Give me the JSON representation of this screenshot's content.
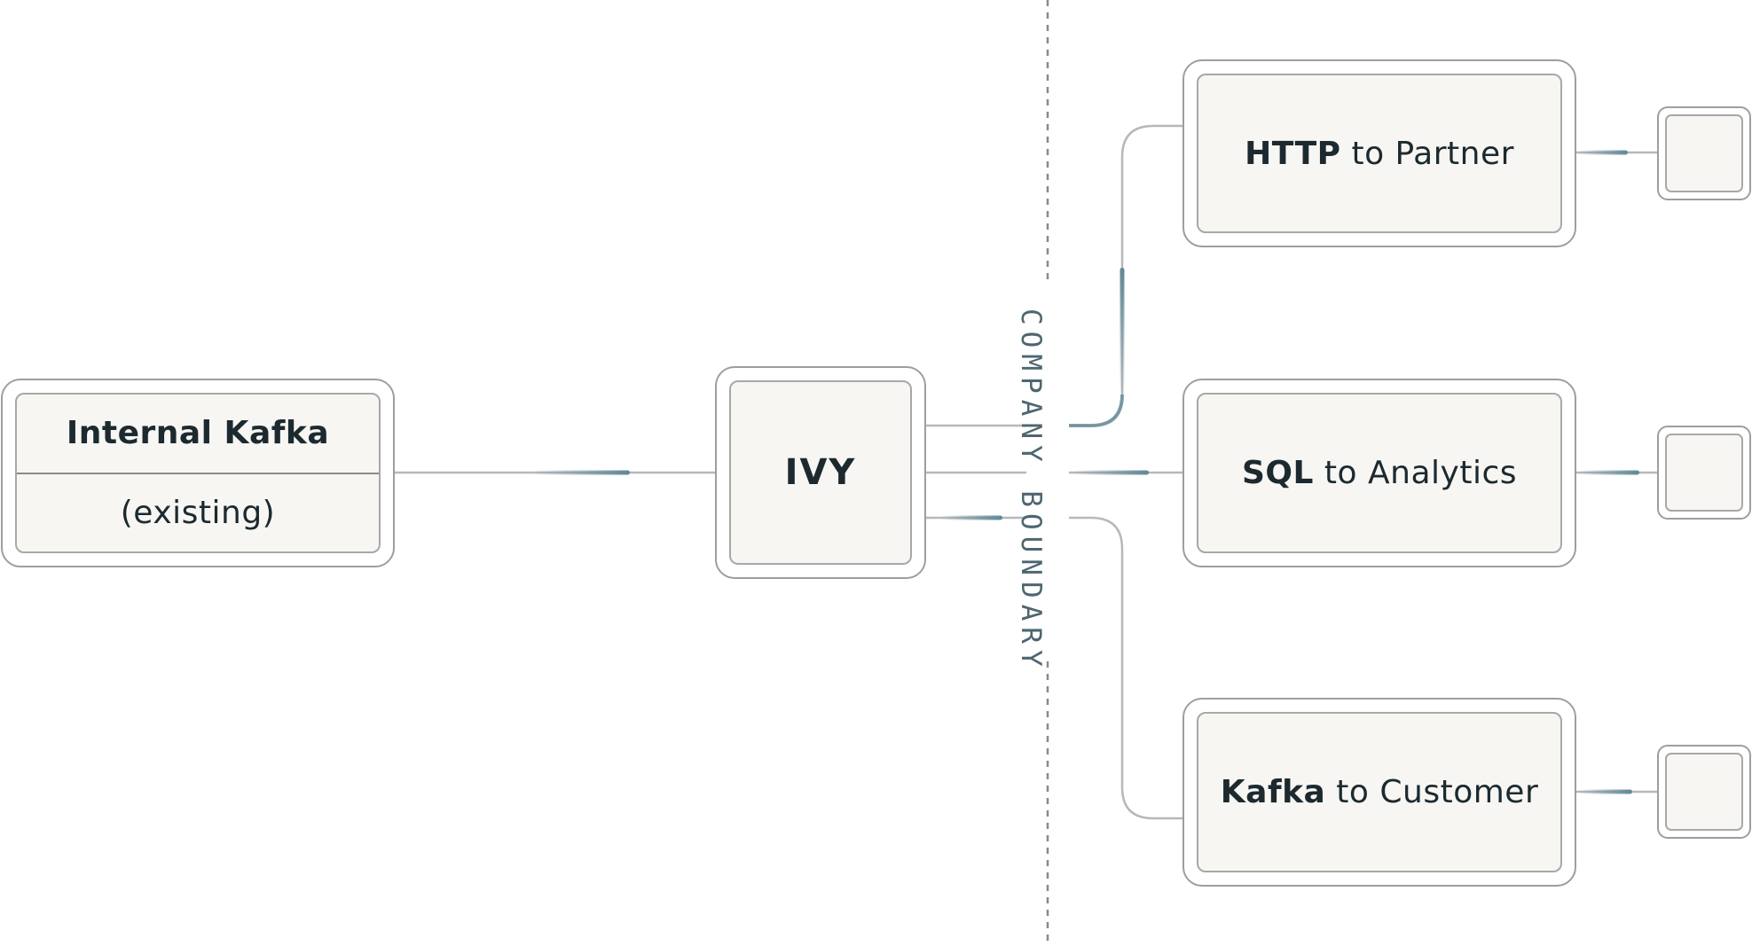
{
  "boundary": {
    "label": "COMPANY BOUNDARY"
  },
  "source": {
    "title": "Internal Kafka",
    "subtitle": "(existing)"
  },
  "hub": {
    "label": "IVY"
  },
  "destinations": [
    {
      "bold": "HTTP",
      "rest": " to Partner"
    },
    {
      "bold": "SQL",
      "rest": " to Analytics"
    },
    {
      "bold": "Kafka",
      "rest": " to Customer"
    }
  ],
  "colors": {
    "line": "#b8b8b8",
    "accent": "#5f8896",
    "border": "#9e9e9e",
    "fill": "#f7f6f3"
  }
}
